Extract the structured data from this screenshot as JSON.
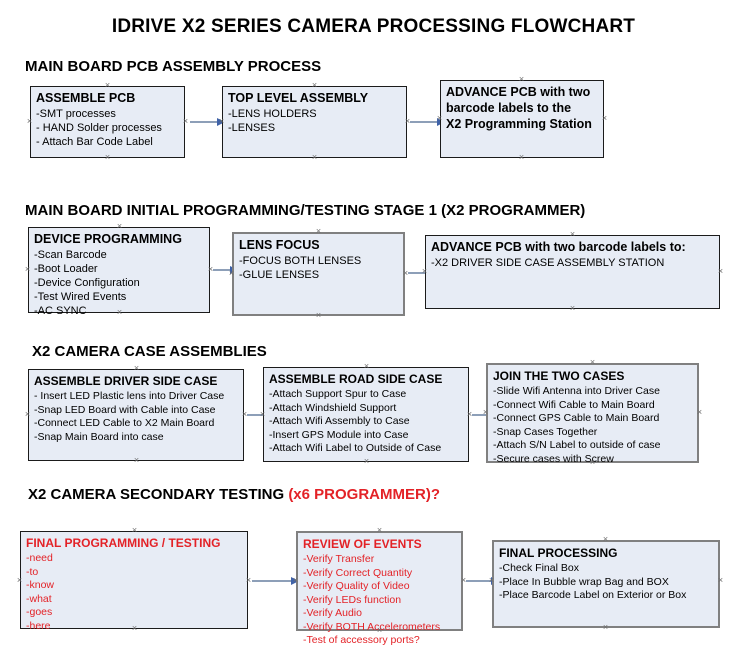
{
  "page": {
    "title": "IDRIVE X2  SERIES CAMERA PROCESSING FLOWCHART"
  },
  "colors": {
    "node_fill": "#e7ecf5",
    "node_border_black": "#1b1b1b",
    "node_border_gray": "#808080",
    "arrow_line": "#8d9fb8",
    "arrow_head": "#3f62a8",
    "red_text": "#e32227",
    "text": "#000000"
  },
  "sections": [
    {
      "heading": "MAIN BOARD PCB ASSEMBLY PROCESS",
      "heading_accent": "",
      "nodes": [
        {
          "title": "ASSEMBLE PCB",
          "items": [
            "-SMT processes",
            "- HAND Solder processes",
            "- Attach Bar Code Label"
          ]
        },
        {
          "title": "TOP LEVEL ASSEMBLY",
          "items": [
            "-LENS HOLDERS",
            "-LENSES"
          ]
        },
        {
          "title": "ADVANCE PCB with two",
          "items": [
            "barcode labels to the",
            " X2 Programming Station"
          ]
        }
      ]
    },
    {
      "heading": "MAIN BOARD INITIAL PROGRAMMING/TESTING STAGE 1 (X2 PROGRAMMER)",
      "heading_accent": "",
      "nodes": [
        {
          "title": "DEVICE PROGRAMMING",
          "items": [
            "-Scan Barcode",
            "-Boot Loader",
            "-Device Configuration",
            "-Test Wired Events",
            "-AC SYNC"
          ]
        },
        {
          "title": "LENS FOCUS",
          "items": [
            "-FOCUS BOTH LENSES",
            "-GLUE LENSES"
          ]
        },
        {
          "title": "ADVANCE PCB with two barcode labels to:",
          "items": [
            "-X2 DRIVER  SIDE  CASE  ASSEMBLY STATION"
          ]
        }
      ]
    },
    {
      "heading": "X2 CAMERA CASE ASSEMBLIES",
      "heading_accent": "",
      "nodes": [
        {
          "title": "ASSEMBLE DRIVER SIDE CASE",
          "items": [
            "- Insert LED Plastic lens into Driver Case",
            "-Snap LED Board with Cable into Case",
            "-Connect LED Cable to X2 Main Board",
            "-Snap Main Board into case"
          ]
        },
        {
          "title": "ASSEMBLE ROAD SIDE CASE",
          "items": [
            "-Attach Support Spur to Case",
            "-Attach Windshield Support",
            "-Attach Wifi Assembly to Case",
            "-Insert GPS Module into Case",
            "-Attach Wifi Label to Outside of Case"
          ]
        },
        {
          "title": "JOIN THE TWO CASES",
          "items": [
            "-Slide Wifi Antenna into Driver Case",
            "-Connect Wifi Cable to Main Board",
            "-Connect GPS Cable to Main Board",
            "-Snap Cases Together",
            "-Attach S/N Label to outside of case",
            "-Secure cases with Screw"
          ]
        }
      ]
    },
    {
      "heading": "X2 CAMERA SECONDARY TESTING ",
      "heading_accent": "(x6 PROGRAMMER)?",
      "nodes": [
        {
          "title": "FINAL PROGRAMMING / TESTING",
          "items": [
            "-need",
            "-to",
            "-know",
            "-what",
            "-goes",
            "-here"
          ]
        },
        {
          "title": "REVIEW OF EVENTS",
          "items": [
            "-Verify Transfer",
            "-Verify Correct Quantity",
            "-Verify Quality of Video",
            "-Verify LEDs function",
            "-Verify Audio",
            "-Verify BOTH Accelerometers",
            "-Test of accessory ports?"
          ]
        },
        {
          "title": "FINAL PROCESSING",
          "items": [
            " -Check Final Box",
            "-Place In Bubble wrap Bag and BOX",
            "-Place Barcode Label on Exterior or Box"
          ]
        }
      ]
    }
  ]
}
